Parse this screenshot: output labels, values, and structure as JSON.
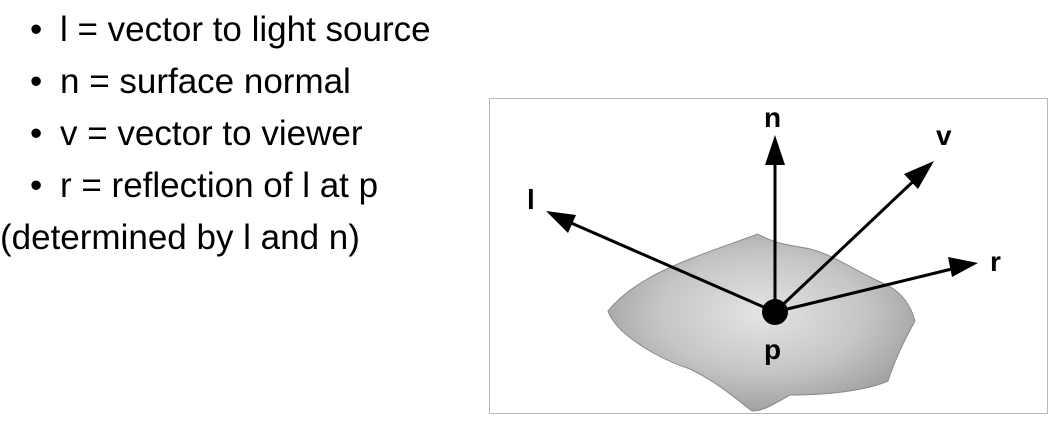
{
  "bullets": [
    {
      "marker": "•",
      "text": "l = vector to light source"
    },
    {
      "marker": "•",
      "text": "n = surface normal"
    },
    {
      "marker": "•",
      "text": "v = vector to viewer"
    },
    {
      "marker": "•",
      "text": "r = reflection of l at p"
    }
  ],
  "continuation": "(determined by l and n)",
  "figure": {
    "labels": {
      "n": "n",
      "v": "v",
      "l": "l",
      "r": "r",
      "p": "p"
    },
    "colors": {
      "surface_light": "#e4e4e4",
      "surface_dark": "#9a9a9a",
      "arrow": "#000000",
      "border": "#b8b8b8"
    }
  }
}
